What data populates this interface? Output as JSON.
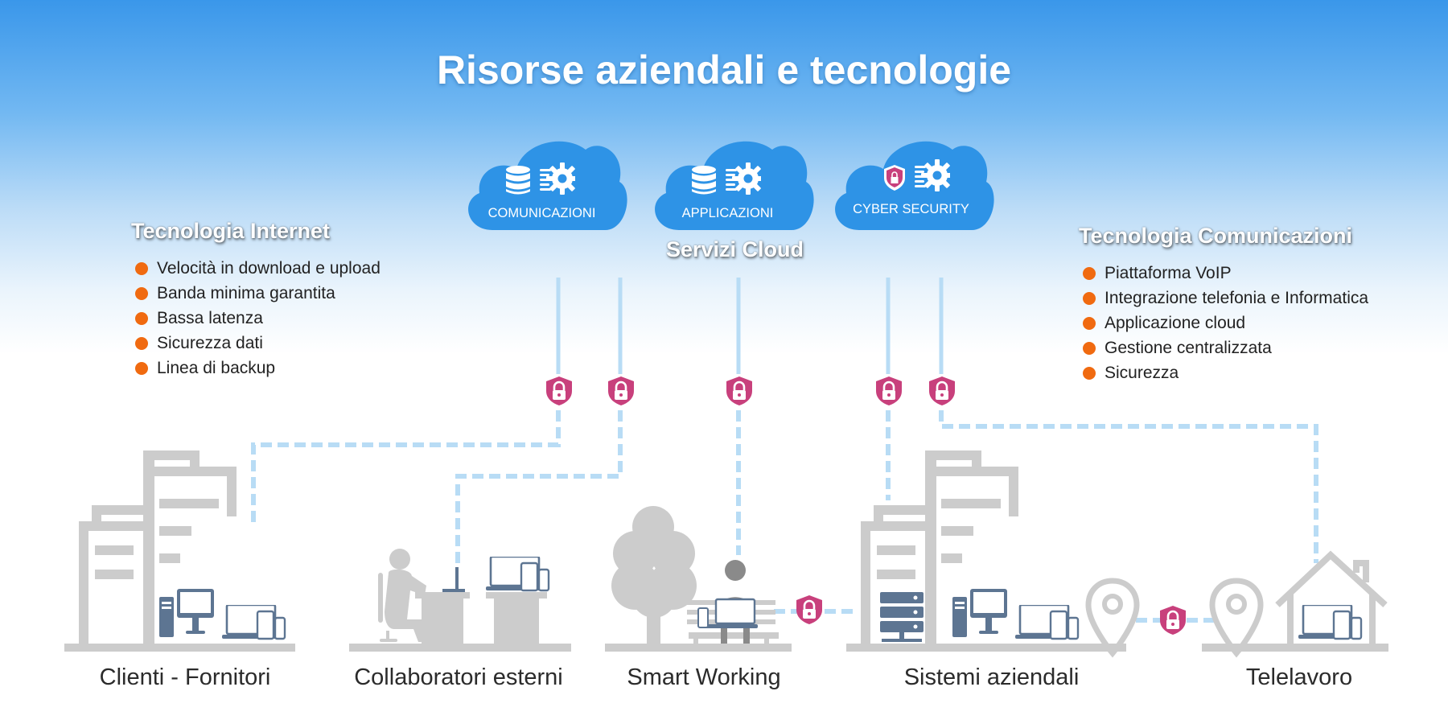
{
  "title": "Risorse aziendali e tecnologie",
  "colors": {
    "sky_top": "#3a97ea",
    "cloud": "#2e93e6",
    "bullet": "#f06a10",
    "lock_badge": "#c8407c",
    "connector": "#b8dcf5",
    "building_gray": "#cccccc",
    "device_slate": "#5d7592"
  },
  "left_panel": {
    "heading": "Tecnologia Internet",
    "items": [
      "Velocità in download e upload",
      "Banda minima garantita",
      "Bassa latenza",
      "Sicurezza dati",
      "Linea di backup"
    ]
  },
  "right_panel": {
    "heading": "Tecnologia Comunicazioni",
    "items": [
      "Piattaforma VoIP",
      "Integrazione telefonia e Informatica",
      "Applicazione cloud",
      "Gestione centralizzata",
      "Sicurezza"
    ]
  },
  "cloud_services": {
    "heading": "Servizi Cloud",
    "clouds": [
      {
        "label": "COMUNICAZIONI",
        "icons": [
          "database-icon",
          "gear-icon"
        ]
      },
      {
        "label": "APPLICAZIONI",
        "icons": [
          "database-icon",
          "gear-icon"
        ]
      },
      {
        "label": "CYBER SECURITY",
        "icons": [
          "shield-lock-icon",
          "gear-icon"
        ]
      }
    ]
  },
  "scenes": [
    {
      "label": "Clienti - Fornitori"
    },
    {
      "label": "Collaboratori esterni"
    },
    {
      "label": "Smart Working"
    },
    {
      "label": "Sistemi aziendali"
    },
    {
      "label": "Telelavoro"
    }
  ]
}
